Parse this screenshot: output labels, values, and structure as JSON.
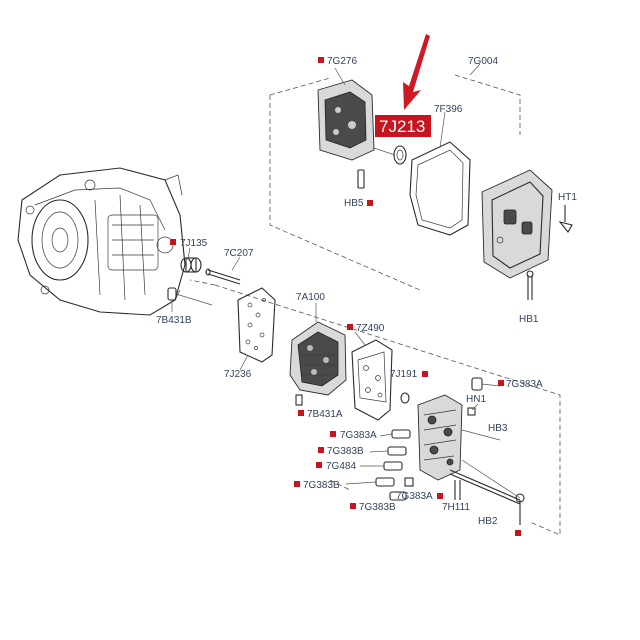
{
  "diagram": {
    "callouts": [
      {
        "code": "7G276"
      },
      {
        "code": "7G004"
      },
      {
        "code": "7F396"
      },
      {
        "code": "HT1"
      },
      {
        "code": "HB5"
      },
      {
        "code": "7J135"
      },
      {
        "code": "7C207"
      },
      {
        "code": "7A100"
      },
      {
        "code": "HB1"
      },
      {
        "code": "7B431B"
      },
      {
        "code": "7Z490"
      },
      {
        "code": "7J236"
      },
      {
        "code": "7J191"
      },
      {
        "code": "7G383A"
      },
      {
        "code": "HN1"
      },
      {
        "code": "7B431A"
      },
      {
        "code": "HB3"
      },
      {
        "code": "7G383A"
      },
      {
        "code": "7G383B"
      },
      {
        "code": "7G484"
      },
      {
        "code": "7G383B"
      },
      {
        "code": "7G383A"
      },
      {
        "code": "7H111"
      },
      {
        "code": "7G383B"
      },
      {
        "code": "HB2"
      }
    ],
    "highlight": {
      "code": "7J213",
      "color": "#c8141e"
    },
    "marker_color": "#c8141e",
    "arrow_color": "#d01a22"
  }
}
